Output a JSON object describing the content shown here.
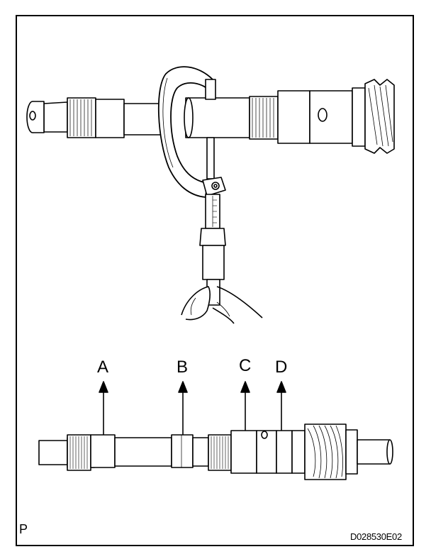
{
  "labels": {
    "a": "A",
    "b": "B",
    "c": "C",
    "d": "D"
  },
  "corner_mark": "P",
  "figure_code": "D028530E02",
  "colors": {
    "ink": "#000000",
    "paper": "#ffffff",
    "shade": "#cfcfcf"
  }
}
